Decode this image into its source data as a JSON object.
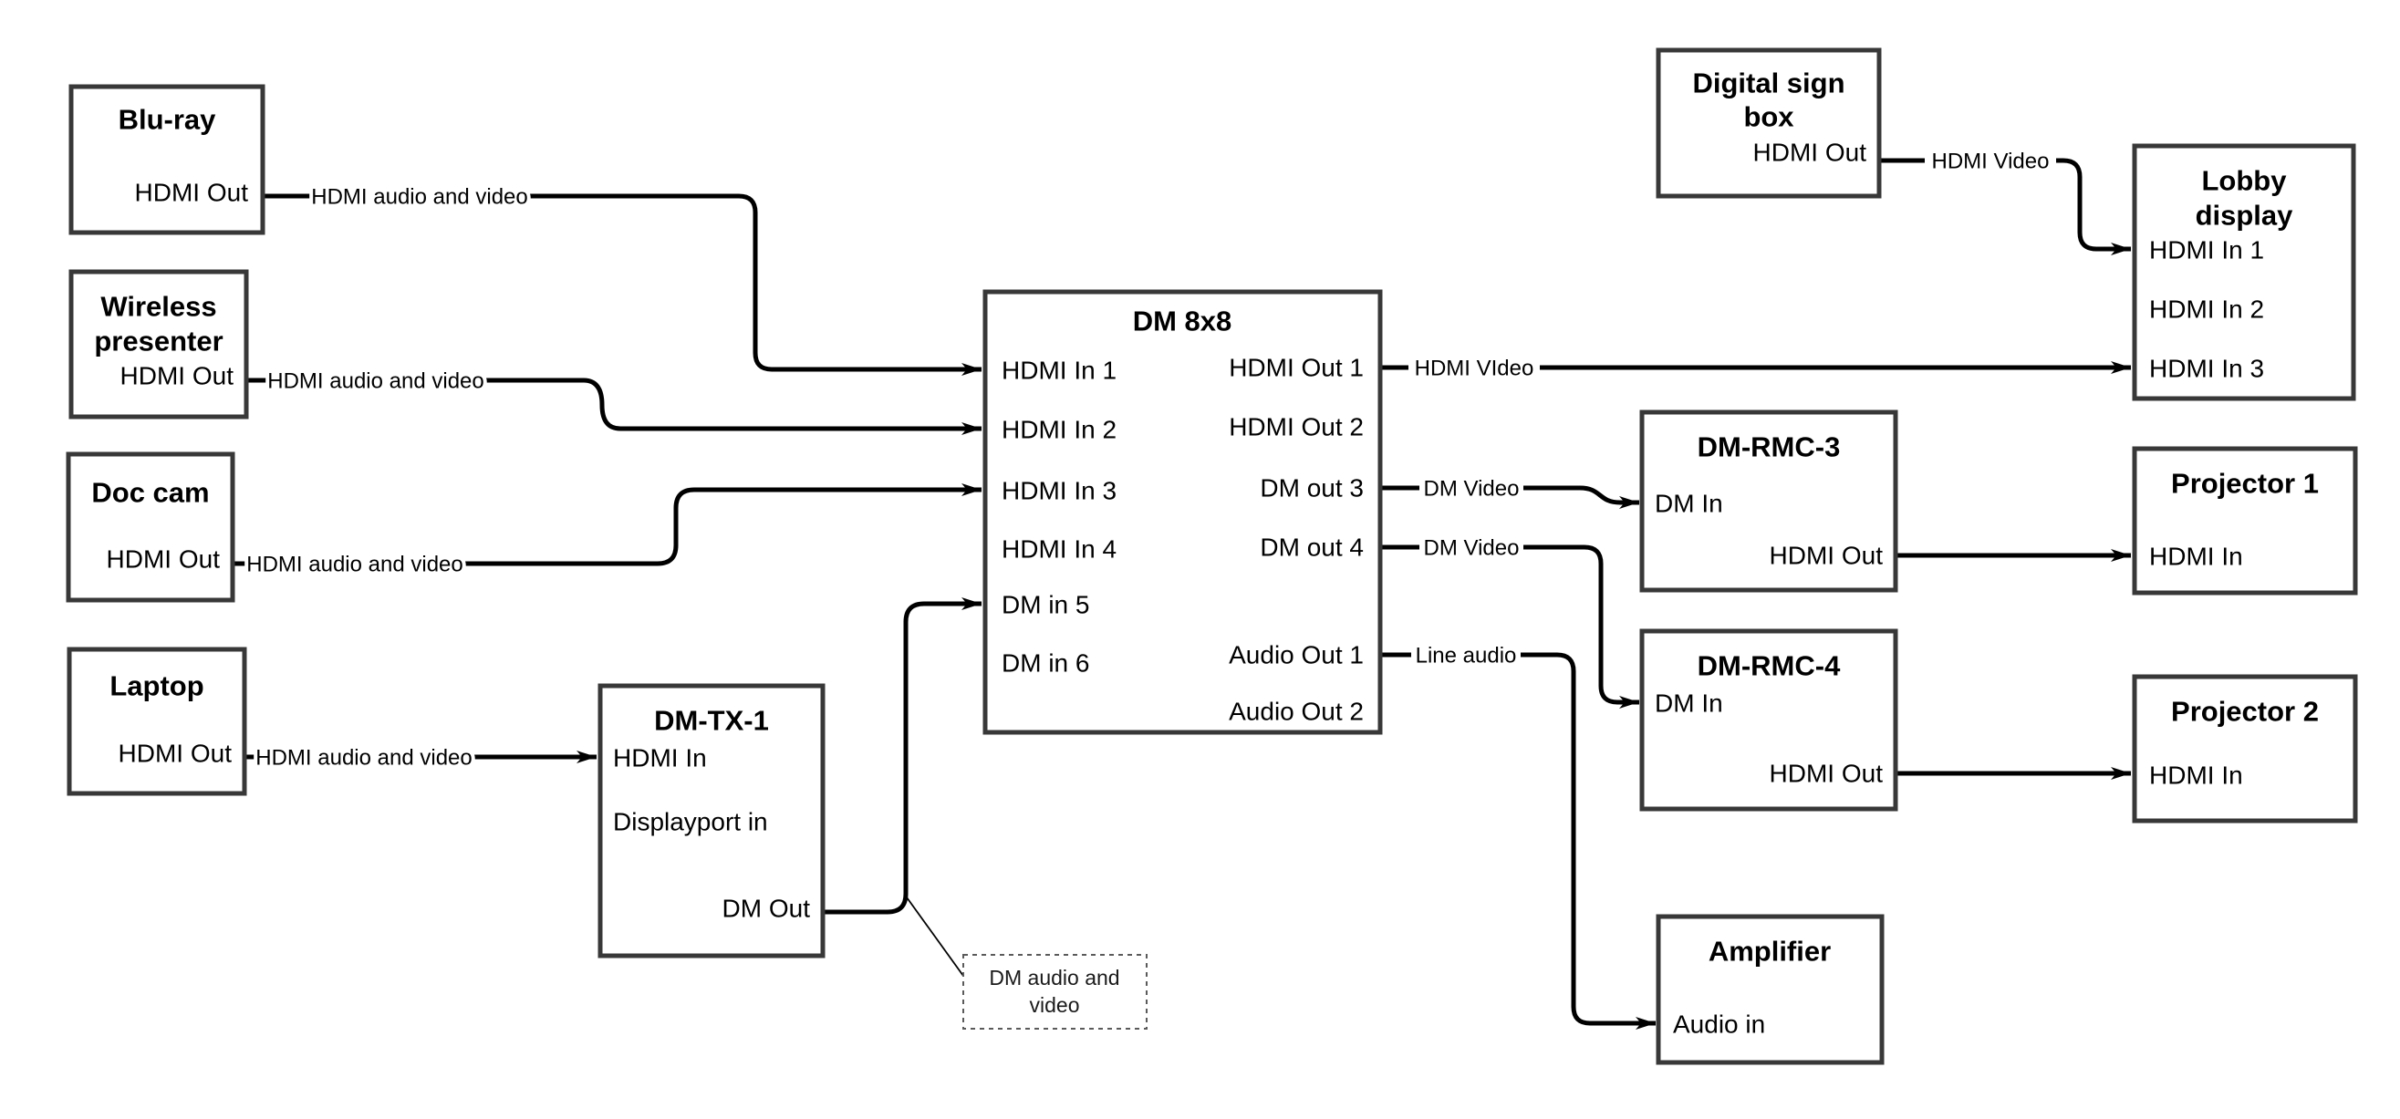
{
  "nodes": {
    "bluray": {
      "title": "Blu-ray",
      "port_out": "HDMI Out"
    },
    "wireless": {
      "title_line1": "Wireless",
      "title_line2": "presenter",
      "port_out": "HDMI Out"
    },
    "doccam": {
      "title": "Doc cam",
      "port_out": "HDMI Out"
    },
    "laptop": {
      "title": "Laptop",
      "port_out": "HDMI Out"
    },
    "dmtx1": {
      "title": "DM-TX-1",
      "port_hdmi_in": "HDMI In",
      "port_dp_in": "Displayport in",
      "port_dm_out": "DM Out"
    },
    "dm8x8": {
      "title": "DM 8x8",
      "inputs": [
        "HDMI In 1",
        "HDMI In 2",
        "HDMI In 3",
        "HDMI In 4",
        "DM in 5",
        "DM in 6"
      ],
      "outputs": [
        "HDMI Out 1",
        "HDMI Out 2",
        "DM out 3",
        "DM out 4",
        "Audio Out 1",
        "Audio Out 2"
      ]
    },
    "digital_sign": {
      "title_line1": "Digital sign",
      "title_line2": "box",
      "port_out": "HDMI Out"
    },
    "lobby_display": {
      "title_line1": "Lobby",
      "title_line2": "display",
      "ports": [
        "HDMI In 1",
        "HDMI In 2",
        "HDMI In 3"
      ]
    },
    "dmrmc3": {
      "title": "DM-RMC-3",
      "port_in": "DM In",
      "port_out": "HDMI Out"
    },
    "proj1": {
      "title": "Projector 1",
      "port_in": "HDMI In"
    },
    "dmrmc4": {
      "title": "DM-RMC-4",
      "port_in": "DM In",
      "port_out": "HDMI Out"
    },
    "proj2": {
      "title": "Projector 2",
      "port_in": "HDMI In"
    },
    "amplifier": {
      "title": "Amplifier",
      "port_in": "Audio in"
    }
  },
  "wire_labels": {
    "bluray": "HDMI audio and video",
    "wireless": "HDMI audio and video",
    "doccam": "HDMI audio and video",
    "laptop": "HDMI audio and video",
    "digital_sign": "HDMI Video",
    "hdmi_out_1": "HDMI VIdeo",
    "dm_out_3": "DM Video",
    "dm_out_4": "DM Video",
    "audio_out_1": "Line audio"
  },
  "note": {
    "line1": "DM audio and",
    "line2": "video"
  },
  "colors": {
    "background": "#ffffff",
    "wire": "#000000",
    "box_border": "#383838",
    "text": "#000000",
    "note_border": "#5a5a5a"
  }
}
